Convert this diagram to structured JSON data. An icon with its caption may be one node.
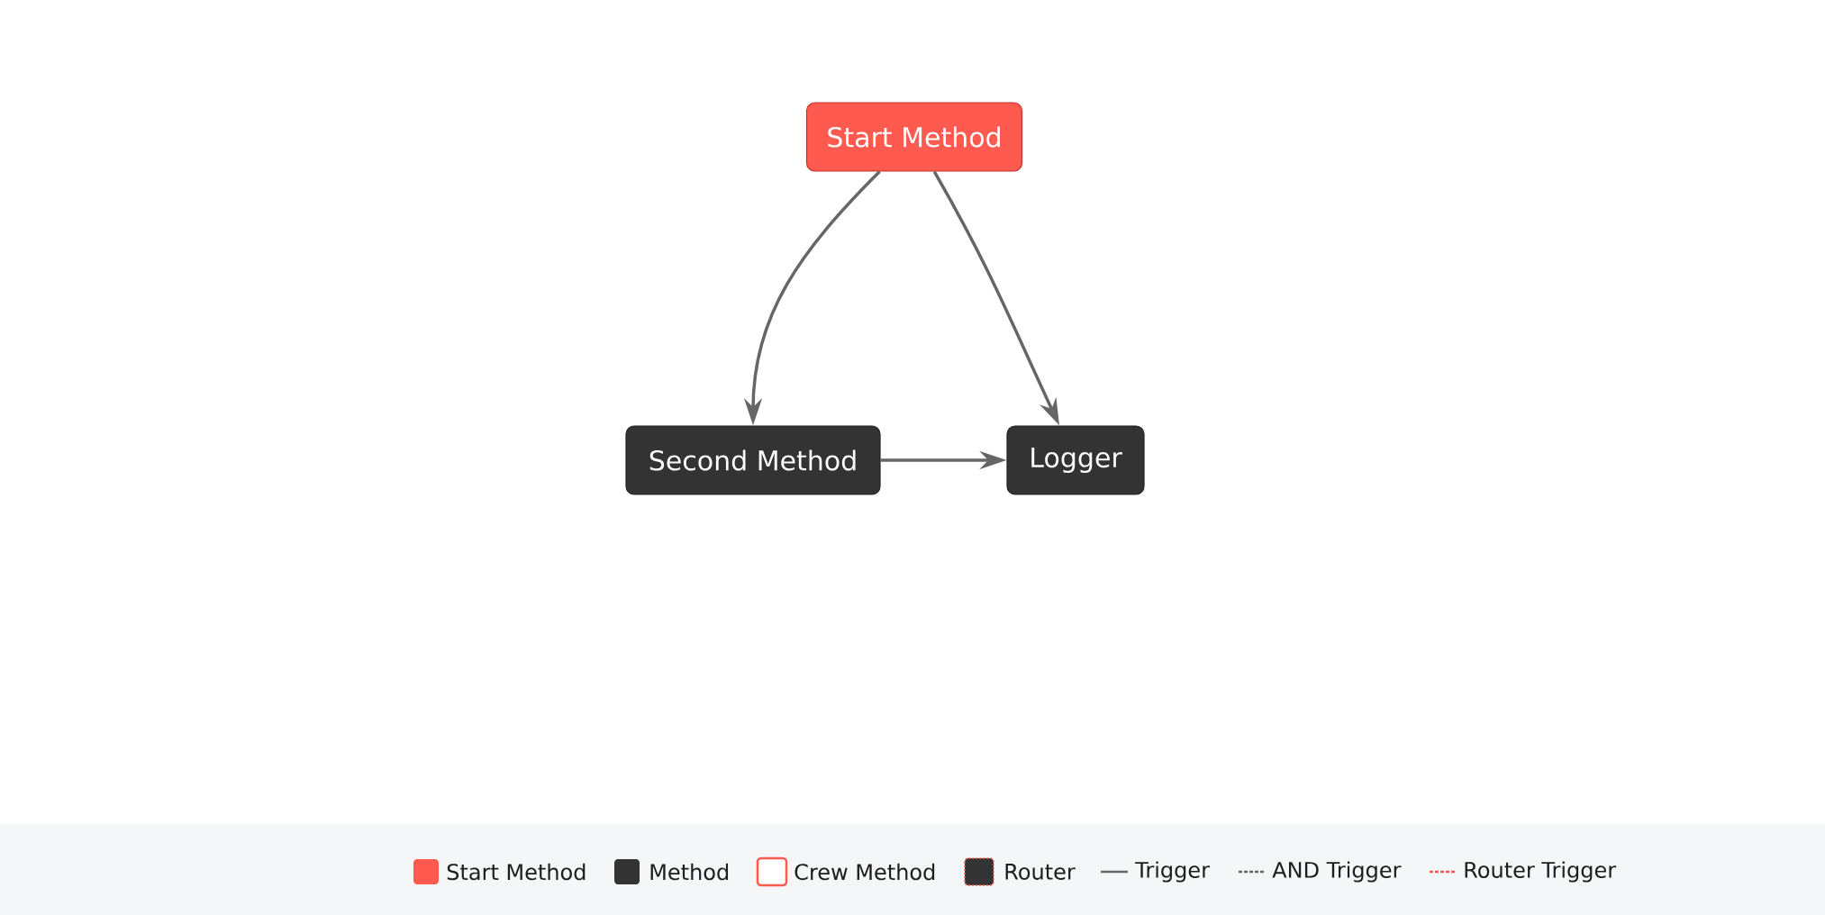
{
  "diagram": {
    "nodes": [
      {
        "text": [
          "Start Method"
        ]
      },
      {
        "text": [
          "Second Method"
        ]
      },
      {
        "text": [
          "Logger"
        ]
      }
    ],
    "edges": [
      {
        "from": 0,
        "to": 1,
        "arrow": "to"
      },
      {
        "from": 0,
        "to": 2,
        "arrow": "to"
      },
      {
        "from": 1,
        "to": 2,
        "arrow": "to"
      }
    ],
    "legend": [
      {
        "text": "Start Method",
        "color": "#ff5a50"
      },
      {
        "text": "Method",
        "color": "#333333"
      },
      {
        "text": "Crew Method"
      },
      {
        "text": "Router"
      },
      {
        "text": "Trigger"
      },
      {
        "text": "AND Trigger"
      },
      {
        "text": "Router Trigger"
      }
    ]
  }
}
